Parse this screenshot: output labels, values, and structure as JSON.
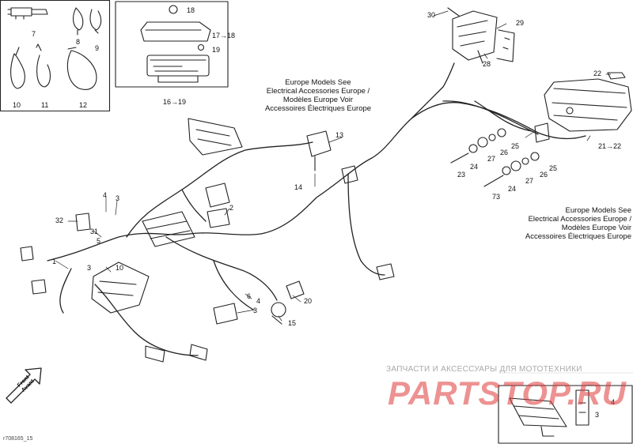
{
  "callouts": {
    "c7": "7",
    "c8": "8",
    "c9": "9",
    "c10": "10",
    "c11": "11",
    "c12": "12",
    "c18": "18",
    "c17_18": "17→18",
    "c19": "19",
    "c16_19": "16→19",
    "c30": "30",
    "c29": "29",
    "c28": "28",
    "c22": "22",
    "c21_22": "21→22",
    "c13": "13",
    "c14": "14",
    "c2": "2",
    "c4a": "4",
    "c3a": "3",
    "c32": "32",
    "c31": "31",
    "c5": "5",
    "c1": "1",
    "c3b": "3",
    "c10b": "10",
    "c6": "6",
    "c4b": "4",
    "c3c": "3",
    "c20": "20",
    "c15": "15",
    "c25a": "25",
    "c26a": "26",
    "c27a": "27",
    "c24a": "24",
    "c23": "23",
    "c25b": "25",
    "c26b": "26",
    "c27b": "27",
    "c24b": "24",
    "c73": "73",
    "c4c": "4",
    "c3d": "3"
  },
  "notes": {
    "europe_top": [
      "Europe Models See",
      "Electrical Accessories Europe /",
      "Modèles Europe Voir",
      "Accessoires Électriques Europe"
    ],
    "europe_right": [
      "Europe Models See",
      "Electrical Accessories Europe /",
      "Modèles Europe Voir",
      "Accessoires Électriques Europe"
    ]
  },
  "front_arrow": [
    "Front",
    "Avant"
  ],
  "watermark": {
    "line1": "ЗАПЧАСТИ И АКСЕССУАРЫ ДЛЯ МОТОТЕХНИКИ",
    "line2": "PARTSTOP.RU"
  },
  "figure_code": "r708165_15"
}
